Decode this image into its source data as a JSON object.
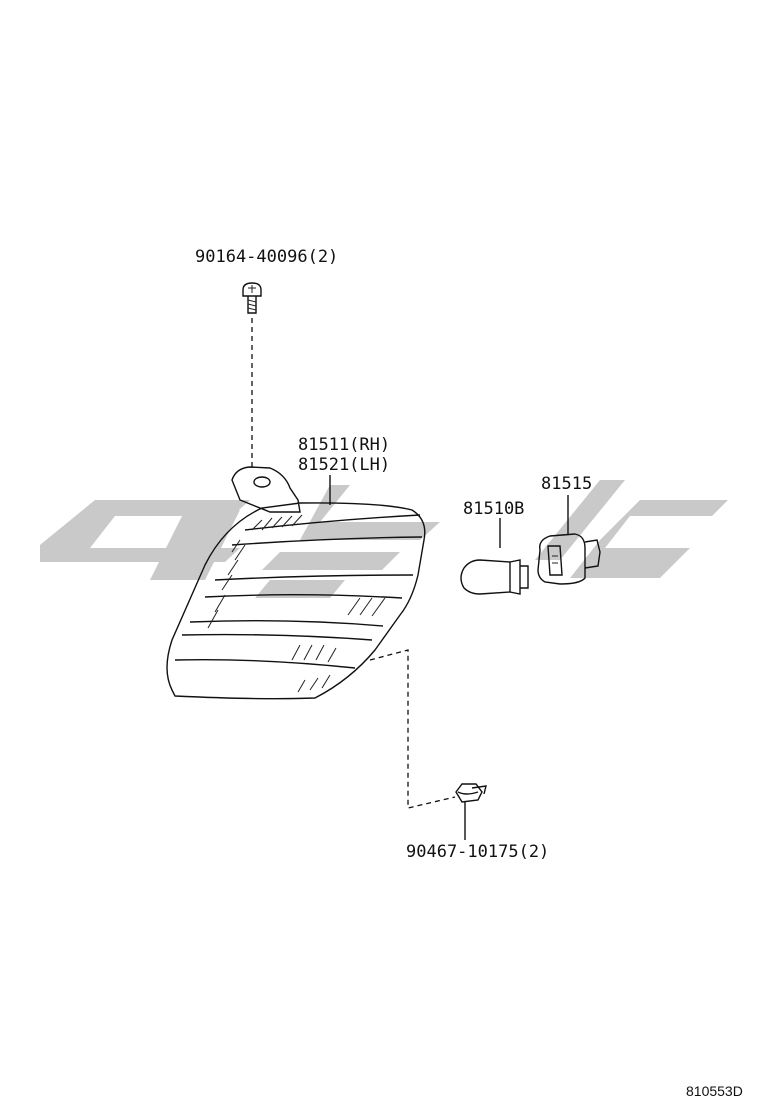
{
  "parts": {
    "screw_label": "90164-40096(2)",
    "lamp_label_rh": "81511(RH)",
    "lamp_label_lh": "81521(LH)",
    "bulb_label": "81510B",
    "socket_label": "81515",
    "clip_label": "90467-10175(2)"
  },
  "figure_code": "810553D",
  "colors": {
    "watermark": "#c9c9c9",
    "line": "#111111"
  }
}
